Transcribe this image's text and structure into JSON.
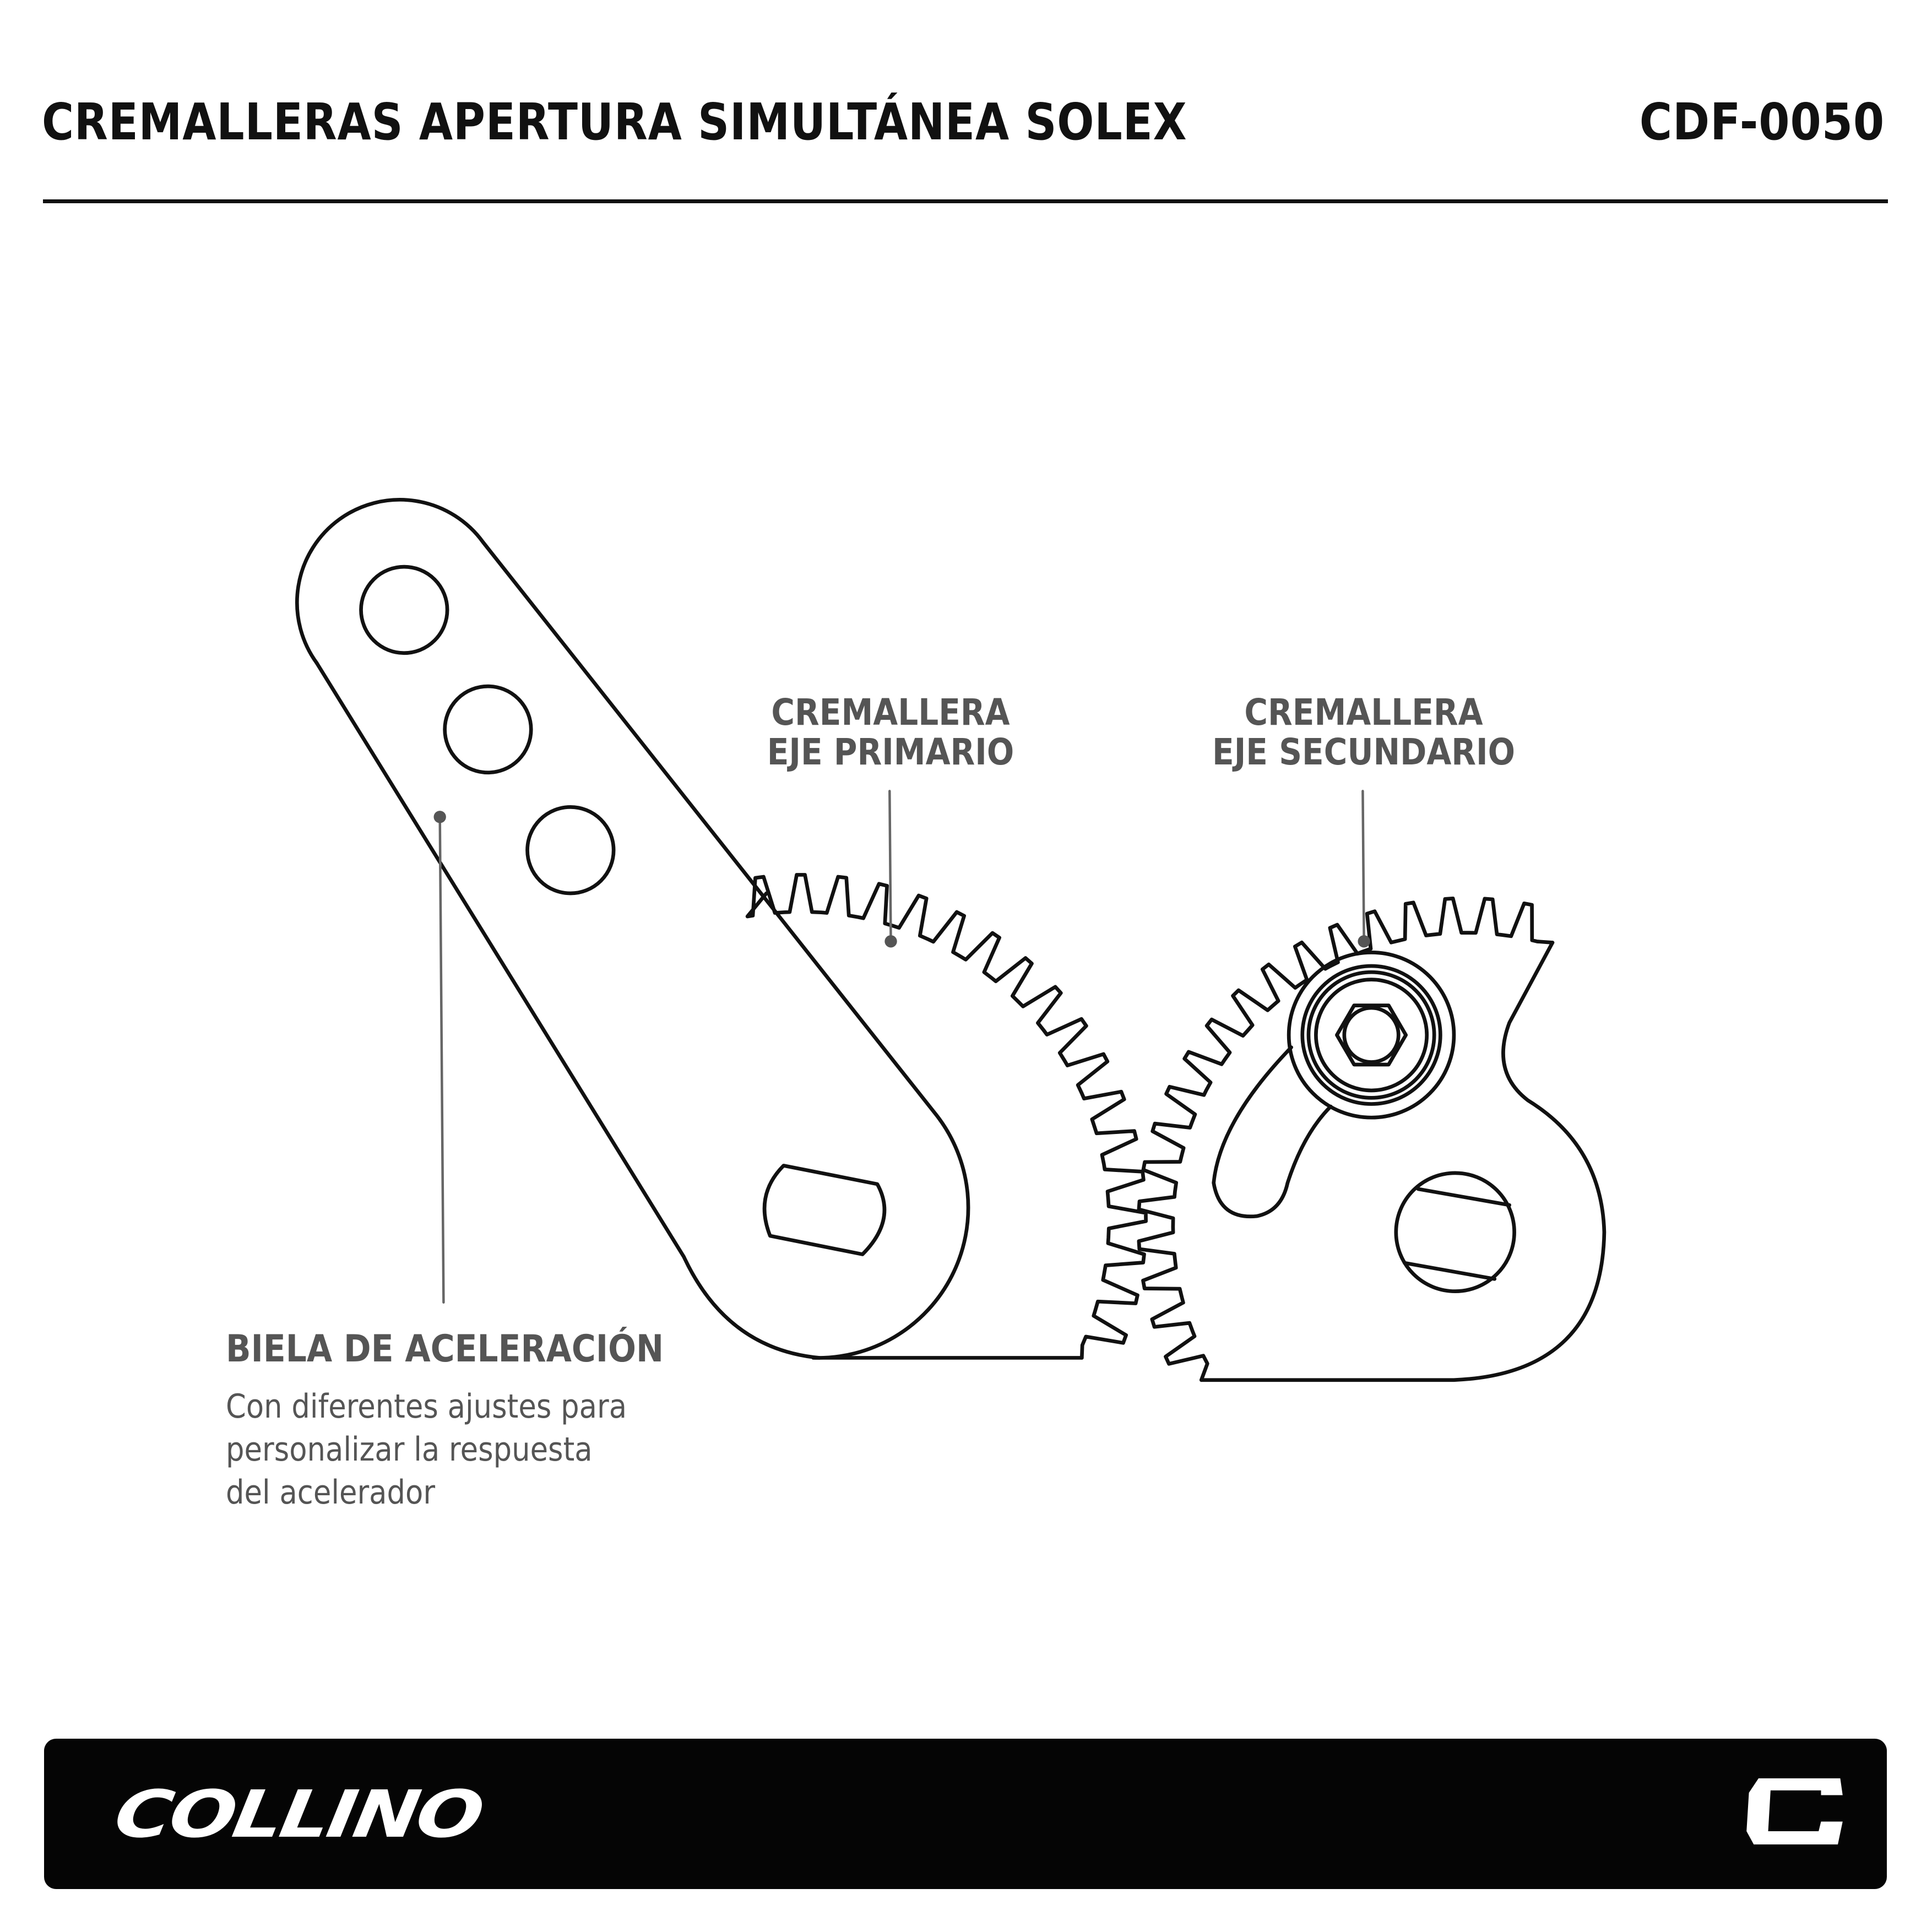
{
  "header": {
    "title": "CREMALLERAS APERTURA SIMULTÁNEA SOLEX",
    "code": "CDF-0050"
  },
  "callouts": {
    "primary": {
      "line1": "CREMALLERA",
      "line2": "EJE PRIMARIO"
    },
    "secondary": {
      "line1": "CREMALLERA",
      "line2": "EJE SECUNDARIO"
    },
    "biela": {
      "title": "BIELA DE ACELERACIÓN",
      "desc": [
        "Con diferentes ajustes para",
        "personalizar la respuesta",
        "del acelerador"
      ]
    }
  },
  "footer": {
    "brand": "COLLINO",
    "mark": "C"
  },
  "colors": {
    "ink": "#111111",
    "callout": "#555555",
    "footer": "#050505"
  }
}
